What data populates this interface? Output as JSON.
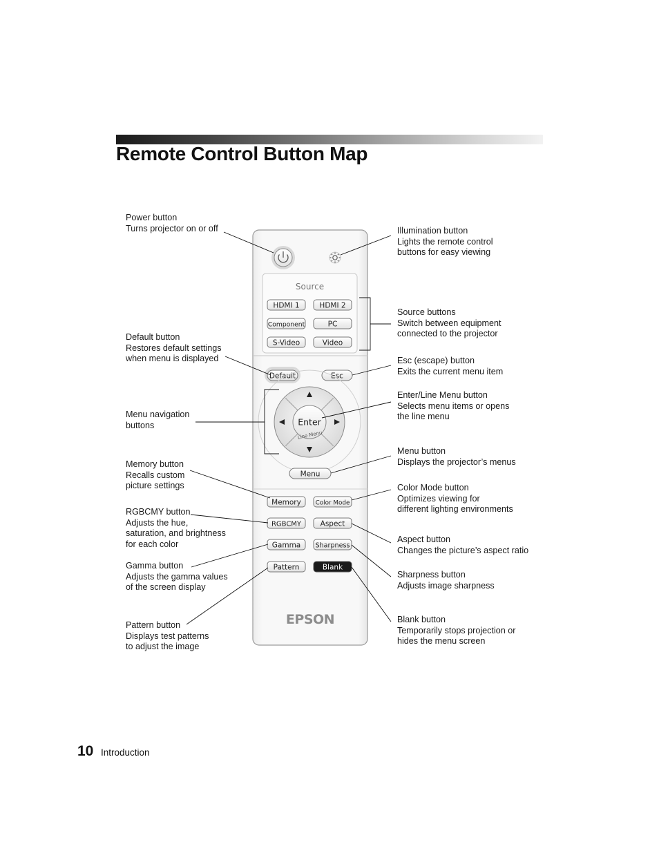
{
  "page": {
    "title": "Remote Control Button Map",
    "page_number": "10",
    "section": "Introduction"
  },
  "remote": {
    "source_heading": "Source",
    "buttons": {
      "hdmi1": "HDMI 1",
      "hdmi2": "HDMI 2",
      "component": "Component",
      "pc": "PC",
      "svideo": "S-Video",
      "video": "Video",
      "default": "Default",
      "esc": "Esc",
      "enter": "Enter",
      "line_menu": "Line Menu",
      "menu": "Menu",
      "memory": "Memory",
      "color_mode": "Color Mode",
      "rgbcmy": "RGBCMY",
      "aspect": "Aspect",
      "gamma": "Gamma",
      "sharpness": "Sharpness",
      "pattern": "Pattern",
      "blank": "Blank"
    },
    "brand": "EPSON"
  },
  "callouts": {
    "power": [
      "Power button",
      "Turns projector on or off"
    ],
    "illumination": [
      "Illumination button",
      "Lights the remote control",
      "buttons for easy viewing"
    ],
    "source": [
      "Source buttons",
      "Switch between equipment",
      "connected to the projector"
    ],
    "default": [
      "Default button",
      "Restores default settings",
      "when menu is displayed"
    ],
    "esc": [
      "Esc (escape) button",
      "Exits the current menu item"
    ],
    "enter": [
      "Enter/Line Menu button",
      "Selects menu items or opens",
      "the line menu"
    ],
    "navigation": [
      "Menu navigation",
      "buttons"
    ],
    "menu": [
      "Menu button",
      "Displays the projector’s menus"
    ],
    "memory": [
      "Memory button",
      "Recalls custom",
      "picture settings"
    ],
    "color_mode": [
      "Color Mode button",
      "Optimizes viewing for",
      "different lighting environments"
    ],
    "rgbcmy": [
      "RGBCMY button",
      "Adjusts the hue,",
      "saturation, and brightness",
      "for each color"
    ],
    "aspect": [
      "Aspect button",
      "Changes the picture’s aspect ratio"
    ],
    "gamma": [
      "Gamma button",
      "Adjusts the gamma values",
      "of the screen display"
    ],
    "sharpness": [
      "Sharpness button",
      "Adjusts image sharpness"
    ],
    "pattern": [
      "Pattern button",
      "Displays test patterns",
      "to adjust the image"
    ],
    "blank": [
      "Blank button",
      "Temporarily stops projection or",
      "hides the menu screen"
    ]
  },
  "icons": {
    "power": "power-icon",
    "illumination": "sun-icon",
    "arrows": [
      "arrow-up-icon",
      "arrow-down-icon",
      "arrow-left-icon",
      "arrow-right-icon"
    ]
  }
}
